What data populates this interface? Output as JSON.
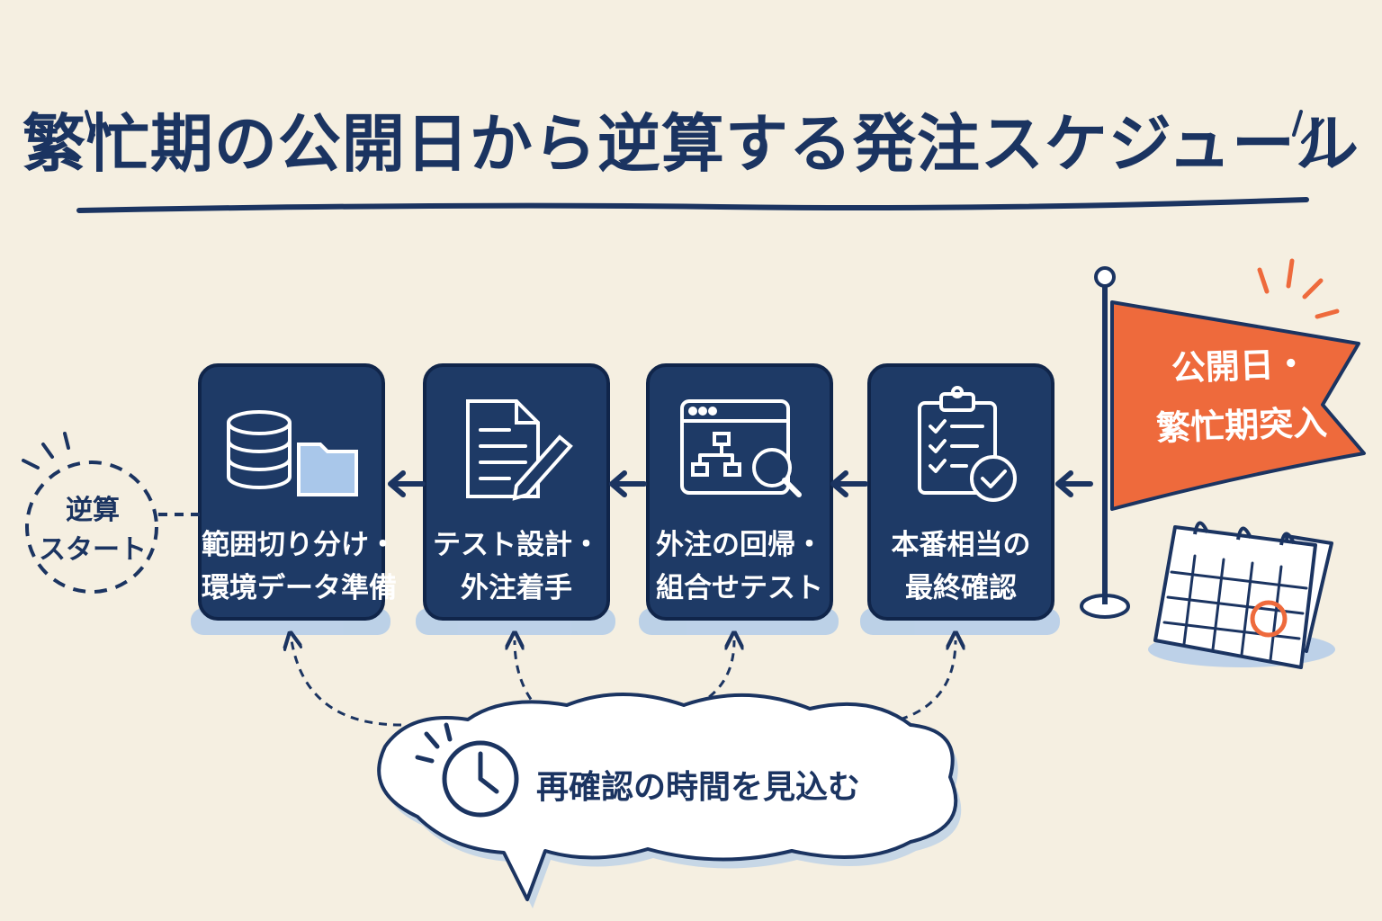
{
  "title": "繁忙期の公開日から逆算する発注スケジュール",
  "start": {
    "line1": "逆算",
    "line2": "スタート"
  },
  "steps": [
    {
      "line1": "範囲切り分け・",
      "line2": "環境データ準備",
      "icon": "database-folder-icon"
    },
    {
      "line1": "テスト設計・",
      "line2": "外注着手",
      "icon": "document-pencil-icon"
    },
    {
      "line1": "外注の回帰・",
      "line2": "組合せテスト",
      "icon": "flowchart-magnifier-icon"
    },
    {
      "line1": "本番相当の",
      "line2": "最終確認",
      "icon": "clipboard-check-icon"
    }
  ],
  "flag": {
    "line1": "公開日・",
    "line2": "繁忙期突入",
    "icon": "calendar-icon"
  },
  "bubble": {
    "text": "再確認の時間を見込む",
    "icon": "clock-icon"
  },
  "colors": {
    "background": "#f5efe1",
    "navy": "#1b3461",
    "card": "#1e3a66",
    "accent_orange": "#ee6a3c",
    "shadow_blue": "#a9c7ea"
  }
}
